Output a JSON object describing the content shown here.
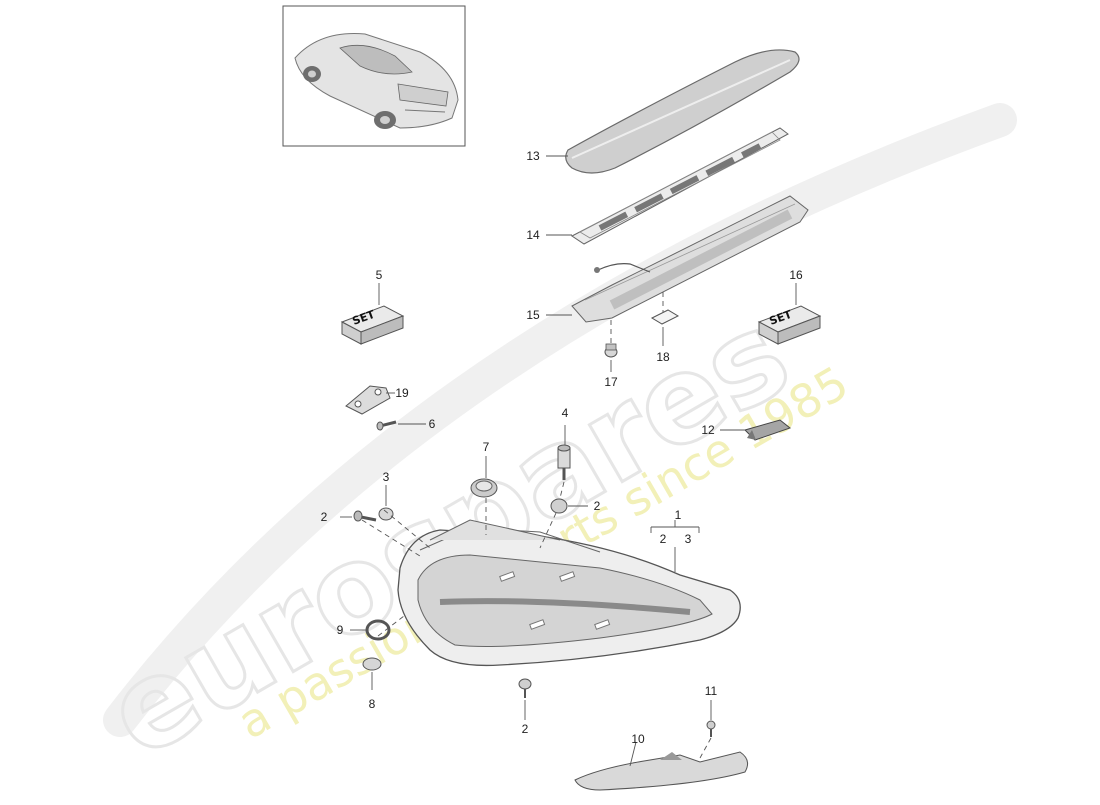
{
  "watermark": {
    "brand": "eurospares",
    "tagline": "a passion for parts since 1985"
  },
  "thumbnail": {
    "icon": "car-icon"
  },
  "callouts": [
    {
      "id": "c1",
      "label": "1"
    },
    {
      "id": "c1a",
      "label": "2"
    },
    {
      "id": "c1b",
      "label": "3"
    },
    {
      "id": "c2a",
      "label": "2"
    },
    {
      "id": "c2b",
      "label": "2"
    },
    {
      "id": "c2c",
      "label": "2"
    },
    {
      "id": "c3",
      "label": "3"
    },
    {
      "id": "c4",
      "label": "4"
    },
    {
      "id": "c5",
      "label": "5"
    },
    {
      "id": "c6",
      "label": "6"
    },
    {
      "id": "c7",
      "label": "7"
    },
    {
      "id": "c8",
      "label": "8"
    },
    {
      "id": "c9",
      "label": "9"
    },
    {
      "id": "c10",
      "label": "10"
    },
    {
      "id": "c11",
      "label": "11"
    },
    {
      "id": "c12",
      "label": "12"
    },
    {
      "id": "c13",
      "label": "13"
    },
    {
      "id": "c14",
      "label": "14"
    },
    {
      "id": "c15",
      "label": "15"
    },
    {
      "id": "c16",
      "label": "16"
    },
    {
      "id": "c17",
      "label": "17"
    },
    {
      "id": "c18",
      "label": "18"
    },
    {
      "id": "c19",
      "label": "19"
    }
  ],
  "set_boxes": [
    {
      "label": "SET"
    },
    {
      "label": "SET"
    }
  ]
}
